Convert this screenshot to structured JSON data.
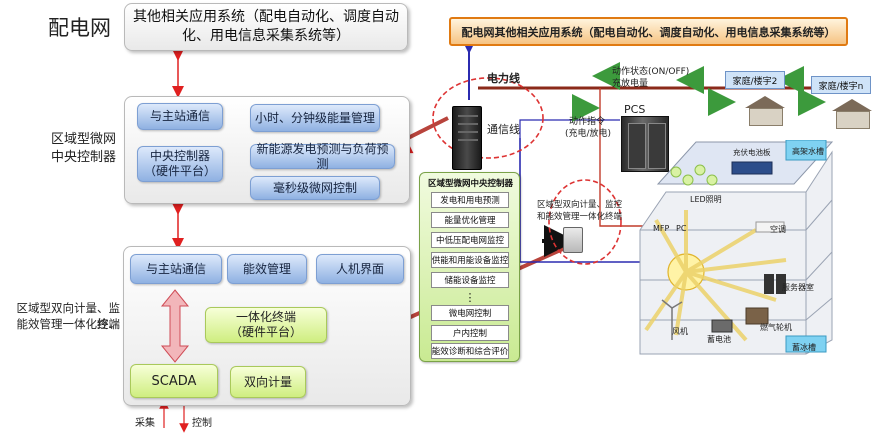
{
  "title": "配电网",
  "top_box": "其他相关应用系统（配电自动化、调度自动化、用电信息采集系统等）",
  "orange_banner": "配电网其他相关应用系统（配电自动化、调度自动化、用电信息采集系统等）",
  "controller_panel": {
    "label_line1": "区域型微网",
    "label_line2": "中央控制器",
    "comm": "与主站通信",
    "central_line1": "中央控制器",
    "central_line2": "（硬件平台）",
    "energy_mgmt": "小时、分钟级能量管理",
    "forecast": "新能源发电预测与负荷预测",
    "ms_control": "毫秒级微网控制"
  },
  "terminal_panel": {
    "label_line1": "区域型双向计量、监控、",
    "label_line2": "能效管理一体化终端",
    "comm": "与主站通信",
    "efficiency": "能效管理",
    "hmi": "人机界面",
    "integrated_line1": "一体化终端",
    "integrated_line2": "（硬件平台）",
    "scada": "SCADA",
    "metering": "双向计量",
    "collect": "采集",
    "control": "控制"
  },
  "microgrid_controller": {
    "title": "区域型微网中央控制器",
    "items": [
      "发电和用电预测",
      "能量优化管理",
      "中低压配电网监控",
      "供能和用能设备监控",
      "储能设备监控",
      "⋮",
      "微电网控制",
      "户内控制",
      "能效诊断和综合评价"
    ]
  },
  "diagram_labels": {
    "power_line": "电力线",
    "comm_line": "通信线",
    "action_status_line1": "动作状态(ON/OFF)",
    "action_status_line2": "充放电量",
    "pcs": "PCS",
    "action_cmd_line1": "动作指令",
    "action_cmd_line2": "(充电/放电)",
    "home2": "家庭/楼宇2",
    "homen": "家庭/楼宇n",
    "pv_panel": "充伏电池板",
    "water_tank": "高架水槽",
    "led": "LED照明",
    "mfp": "MFP",
    "pc": "PC",
    "aircon": "空调",
    "terminal_line1": "区域型双向计量、监控",
    "terminal_line2": "和能效管理一体化终端",
    "server_room": "服务器室",
    "wind": "风机",
    "battery": "蓄电池",
    "gas_engine": "燃气轮机",
    "ice_tank": "蓄冰槽"
  }
}
